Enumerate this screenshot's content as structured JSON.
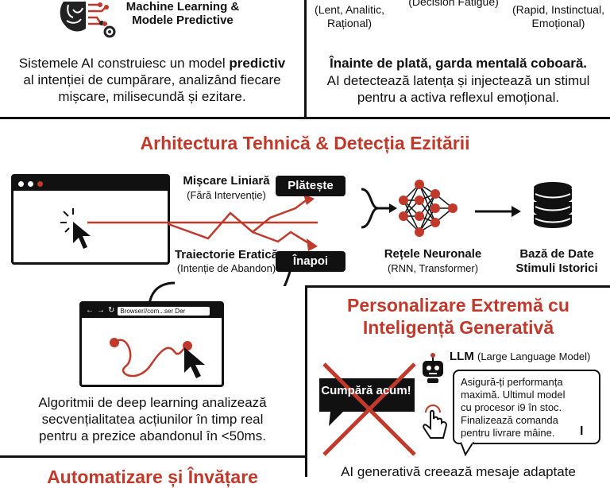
{
  "top_left": {
    "title_line1": "Machine Learning &",
    "title_line2": "Modele Predictive",
    "desc_pre": "Sistemele AI construiesc un model ",
    "desc_bold": "predictiv",
    "desc_line2": "al intenției de cumpărare, analizând fiecare",
    "desc_line3": "mișcare, milisecundă și ezitare."
  },
  "top_right": {
    "left_label_line1": "(Lent, Analitic,",
    "left_label_line2": "Rațional)",
    "center_label": "(Decision Fatigue)",
    "right_label_line1": "(Rapid, Instinctual,",
    "right_label_line2": "Emoțional)",
    "headline": "Înainte de plată, garda mentală coboară.",
    "desc_line1": "AI detectează latența și injectează un stimul",
    "desc_line2": "pentru a activa reflexul emoțional."
  },
  "architecture": {
    "title": "Arhitectura Tehnică & Detecția Ezitării",
    "linear_label": "Mișcare Liniară",
    "linear_sub": "(Fără Intervenție)",
    "erratic_label": "Traiectorie Eratică",
    "erratic_sub": "(Intenție de Abandon)",
    "pay_button": "Plătește",
    "back_button": "Înapoi",
    "nn_label": "Rețele Neuronale",
    "nn_sub": "(RNN, Transformer)",
    "db_line1": "Bază de Date",
    "db_line2": "Stimuli Istorici"
  },
  "deep_learning": {
    "browser_url": "Browser//com...ser Der",
    "desc_line1": "Algoritmii de deep learning analizează",
    "desc_line2": "secvențialitatea acțiunilor în timp real",
    "desc_line3": "pentru a prezice abandonul în <50ms."
  },
  "generative": {
    "title_line1": "Personalizare Extremă cu",
    "title_line2": "Inteligență Generativă",
    "llm_label": "LLM",
    "llm_sub": "(Large Language Model)",
    "crossed_button": "Cumpără acum!",
    "message_line1": "Asigură-ți performanța",
    "message_line2": "maximă. Ultimul model",
    "message_line3": "cu procesor i9 în stoc.",
    "message_line4": "Finalizează comanda",
    "message_line5": "pentru livrare mâine.",
    "footer": "AI generativă creează mesaje adaptate"
  },
  "bottom_left": {
    "title": "Automatizare și Învățare"
  },
  "colors": {
    "accent": "#c0392b",
    "ink": "#111111"
  }
}
